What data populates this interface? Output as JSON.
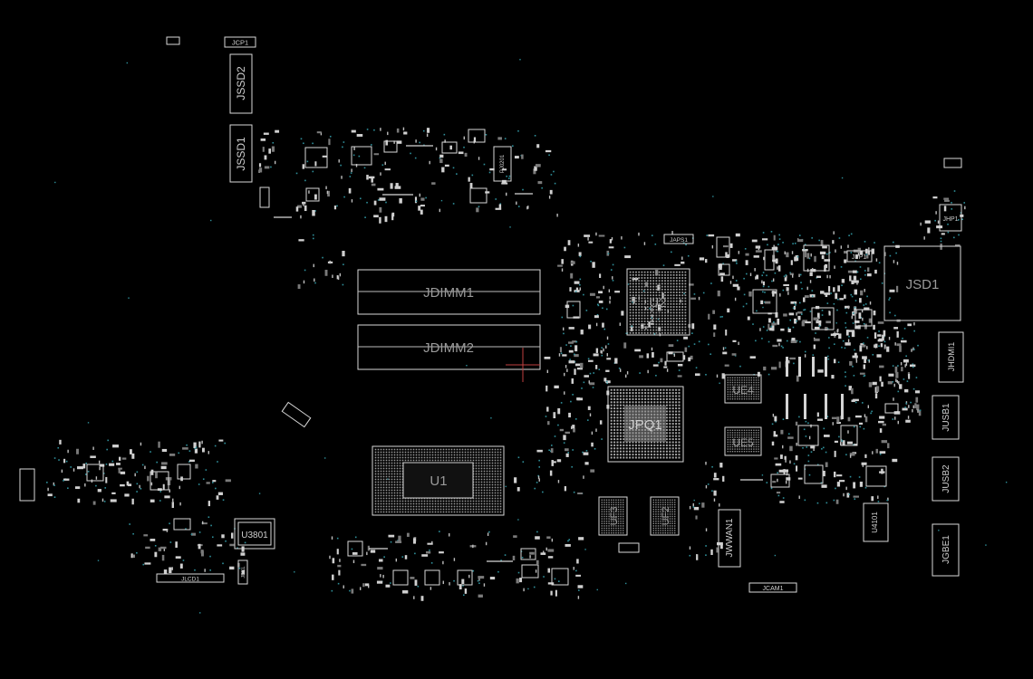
{
  "view": {
    "background": "#000000",
    "outline_color": "#d8d8d8",
    "via_color": "#2f8f9a"
  },
  "components": {
    "JCP1": "JCP1",
    "JSSD2": "JSSD2",
    "JSSD1": "JSSD1",
    "PJ0201": "PJ0201",
    "JDIMM1": "JDIMM1",
    "JDIMM2": "JDIMM2",
    "JAPS1": "JAPS1",
    "JFP1": "JFP1",
    "JSD1": "JSD1",
    "JHP1": "JHP1",
    "JHDMI1": "JHDMI1",
    "JUSB1": "JUSB1",
    "JUSB2": "JUSB2",
    "JGBE1": "JGBE1",
    "U2": "U2",
    "UE4": "UE4",
    "UE5": "UE5",
    "JPQ1": "JPQ1",
    "U1": "U1",
    "UF3": "UF3",
    "UF2": "UF2",
    "JWWAN1": "JWWAN1",
    "JCAM1": "JCAM1",
    "U4101": "U4101",
    "U3801": "U3801",
    "JLCD1": "JLCD1",
    "JBKL": "JBKL"
  }
}
